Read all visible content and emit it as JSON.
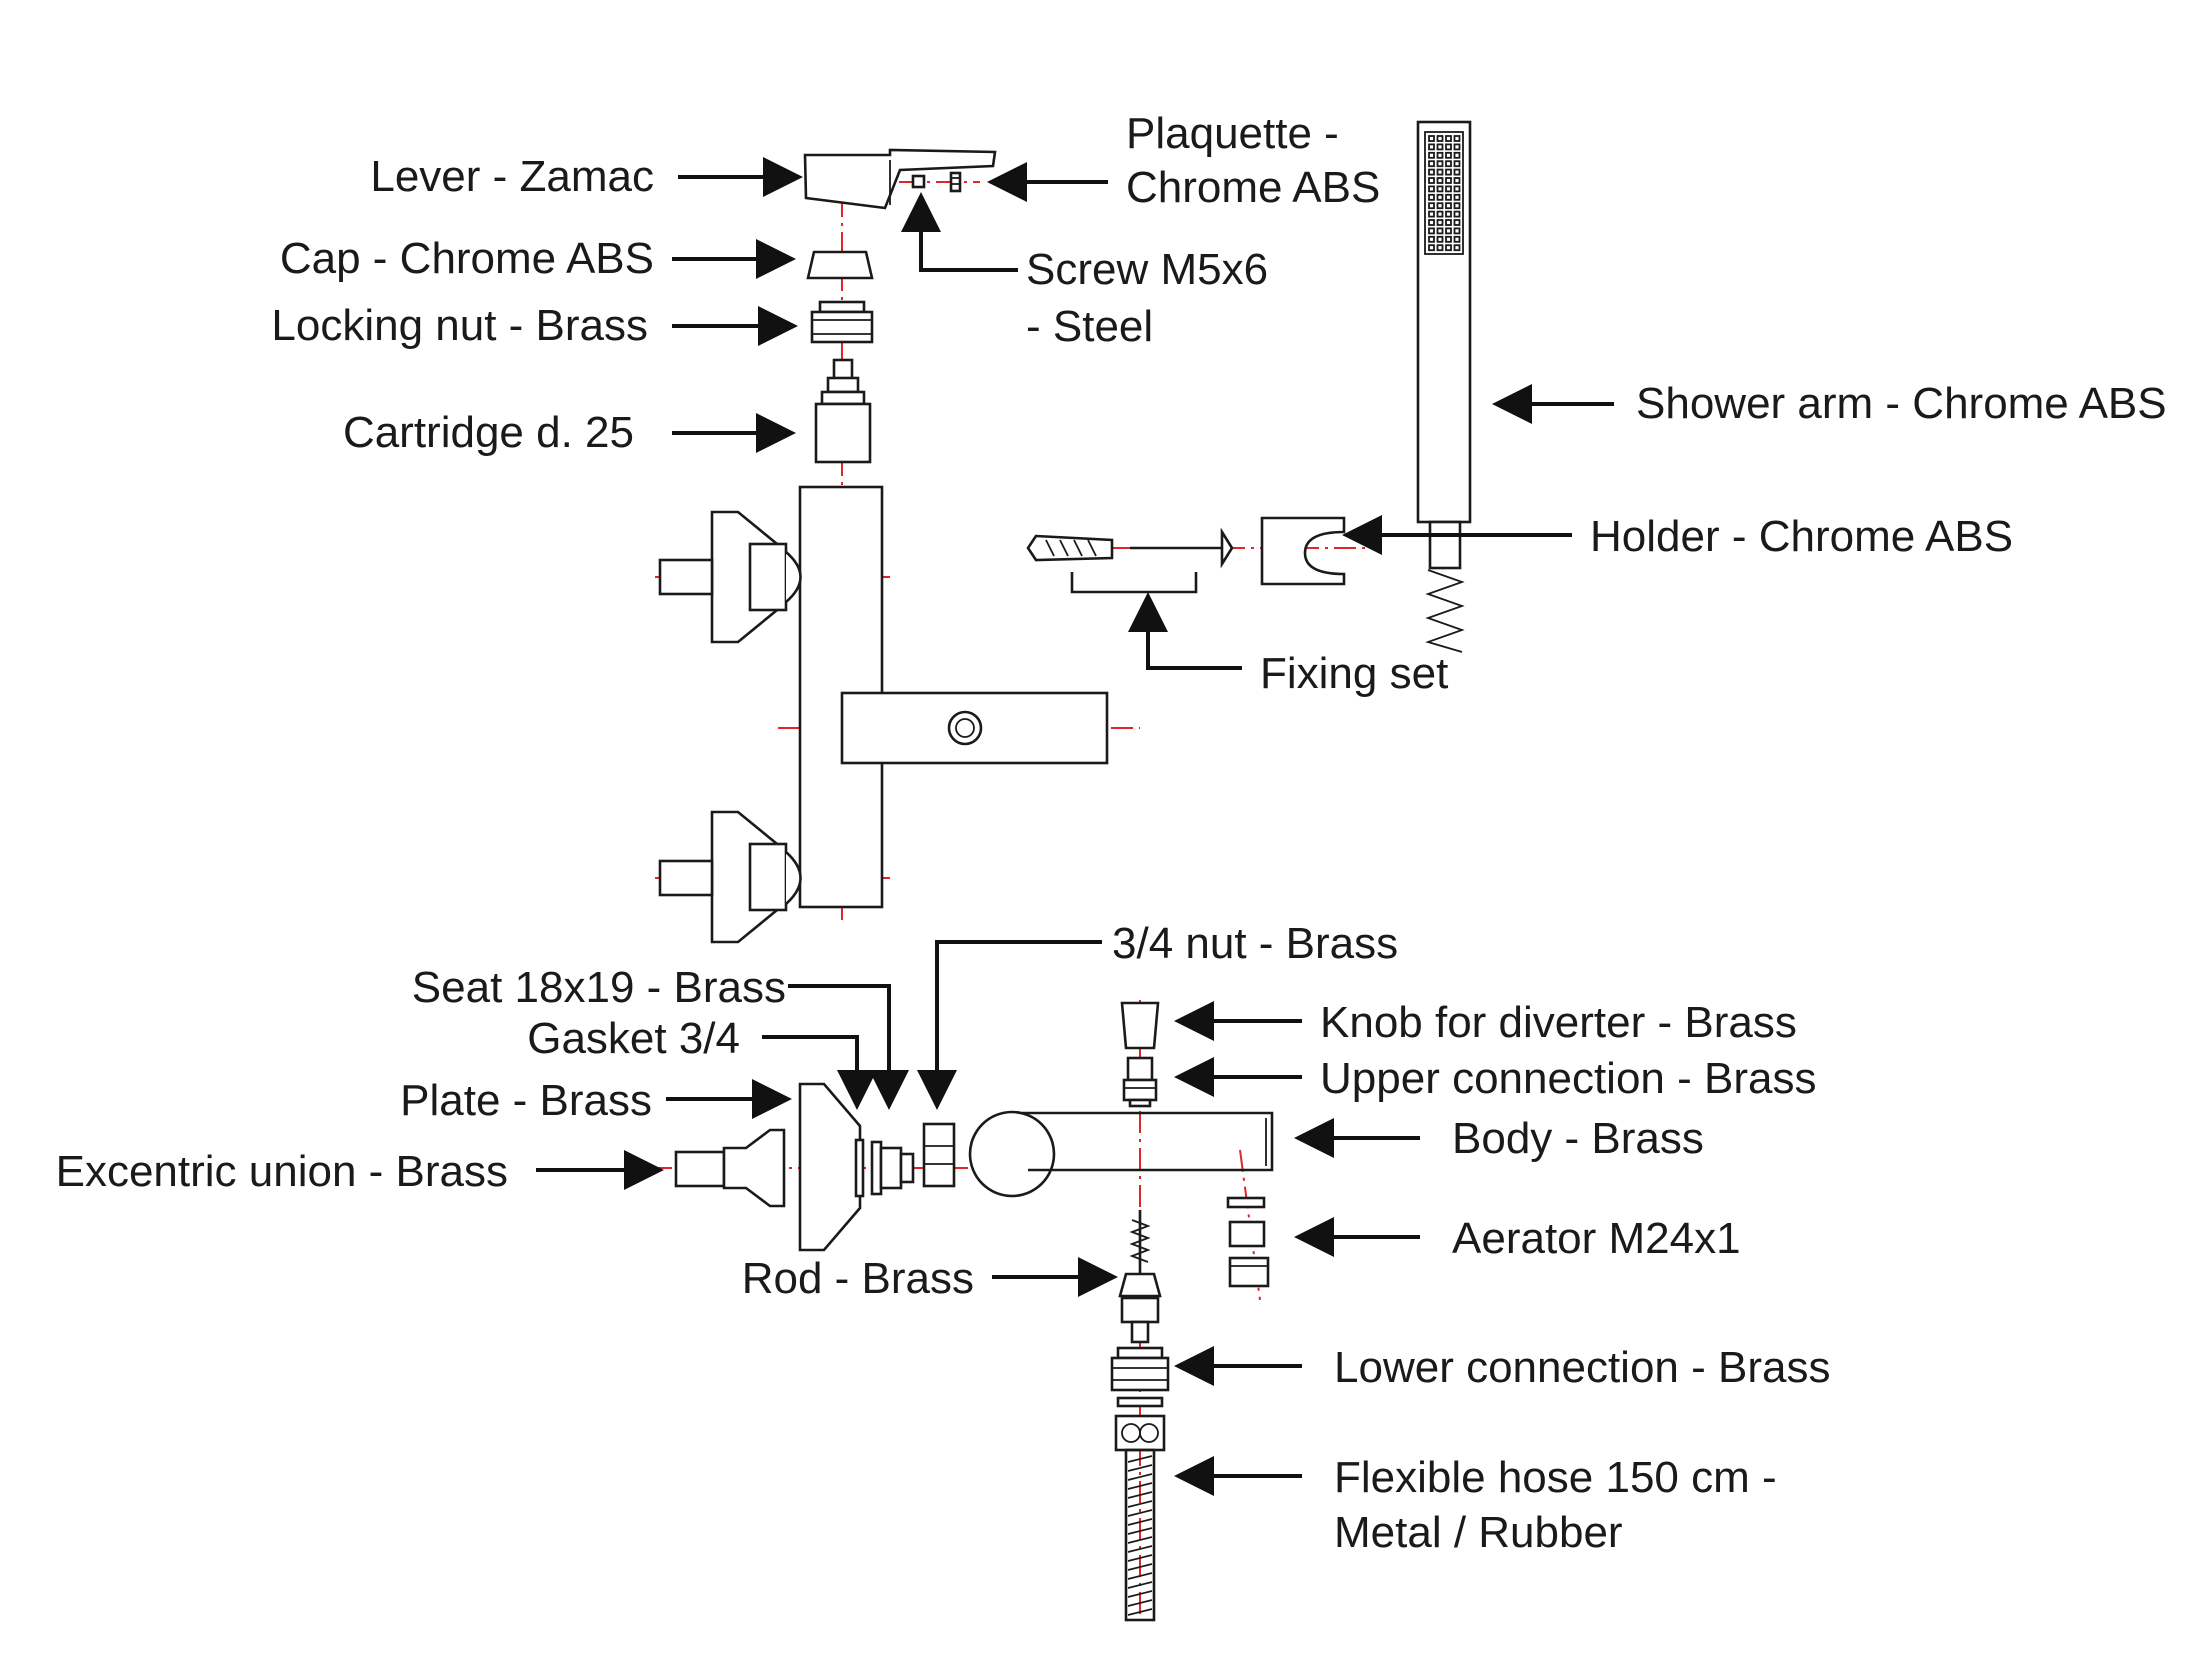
{
  "diagram": {
    "labels": {
      "lever": "Lever - Zamac",
      "plaquette_1": "Plaquette -",
      "plaquette_2": "Chrome ABS",
      "cap": "Cap - Chrome ABS",
      "screw_1": "Screw M5x6",
      "screw_2": "- Steel",
      "locking_nut": "Locking nut - Brass",
      "cartridge": "Cartridge d. 25",
      "shower_arm": "Shower arm - Chrome ABS",
      "holder": "Holder - Chrome ABS",
      "fixing_set": "Fixing set",
      "nut_3_4": "3/4 nut - Brass",
      "seat": "Seat 18x19 - Brass",
      "gasket": "Gasket 3/4",
      "plate": "Plate - Brass",
      "excentric_union": "Excentric union - Brass",
      "knob_diverter": "Knob for diverter - Brass",
      "upper_connection": "Upper connection - Brass",
      "body": "Body - Brass",
      "aerator": "Aerator M24x1",
      "rod": "Rod - Brass",
      "lower_connection": "Lower connection - Brass",
      "hose_1": "Flexible hose 150 cm -",
      "hose_2": "Metal / Rubber"
    },
    "colors": {
      "line": "#1a1a1a",
      "arrow": "#111111",
      "centerline": "#e0262a",
      "background": "#ffffff"
    }
  }
}
